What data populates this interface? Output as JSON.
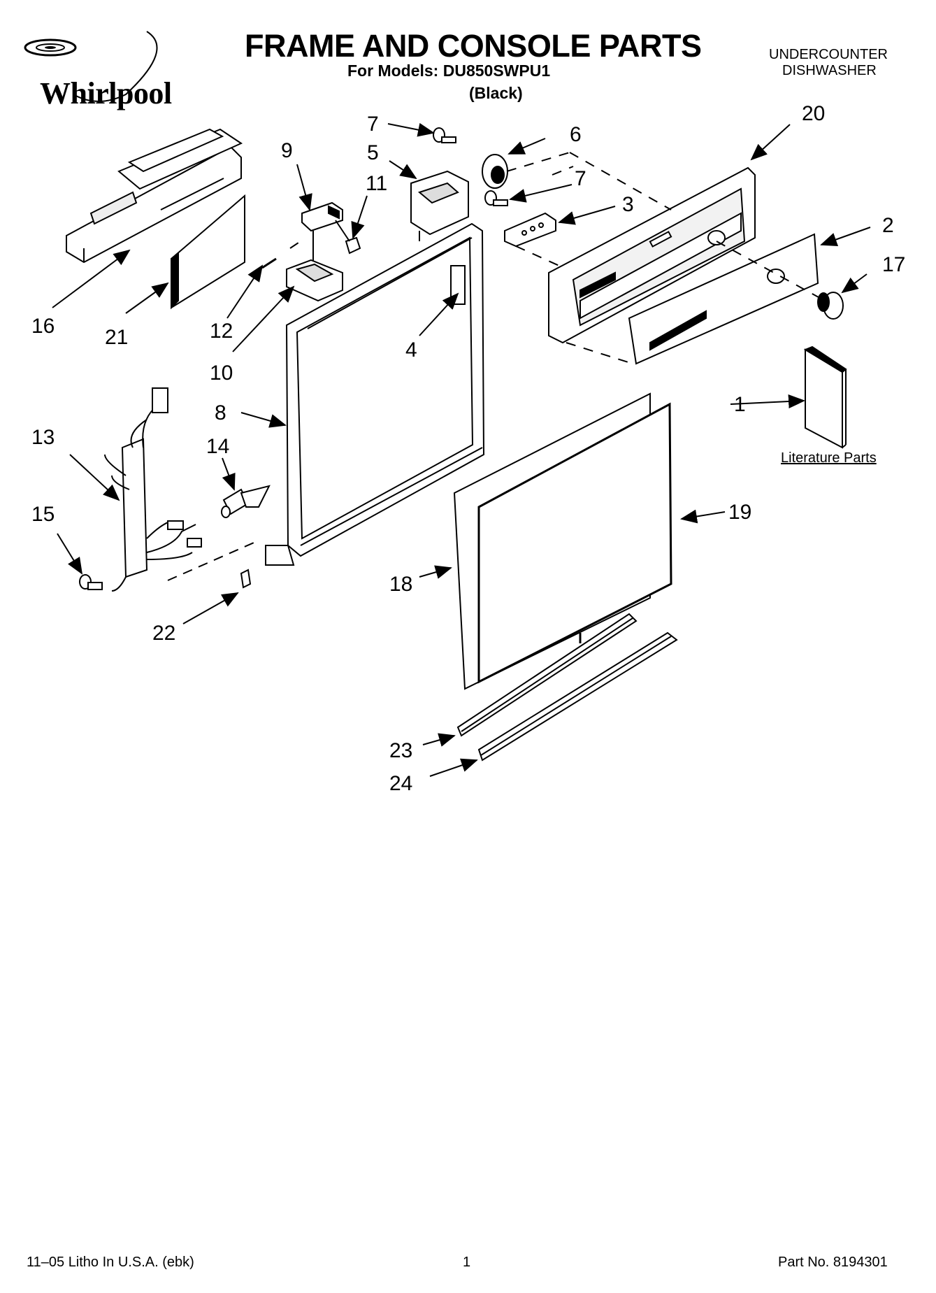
{
  "brand": {
    "name": "Whirlpool"
  },
  "header": {
    "title": "FRAME AND CONSOLE PARTS",
    "models_line": "For Models: DU850SWPU1",
    "variant": "(Black)",
    "product_type_line1": "UNDERCOUNTER",
    "product_type_line2": "DISHWASHER"
  },
  "callouts": [
    "1",
    "2",
    "3",
    "4",
    "5",
    "6",
    "7",
    "7",
    "8",
    "9",
    "10",
    "11",
    "12",
    "13",
    "14",
    "15",
    "16",
    "17",
    "18",
    "19",
    "20",
    "21",
    "22",
    "23",
    "24"
  ],
  "literature_parts_label": "Literature Parts",
  "footer": {
    "left": "11–05 Litho In U.S.A. (ebk)",
    "page": "1",
    "part_no": "Part No. 8194301"
  },
  "colors": {
    "ink": "#000000",
    "paper": "#ffffff",
    "panel_shade": "#d9d9d9"
  }
}
